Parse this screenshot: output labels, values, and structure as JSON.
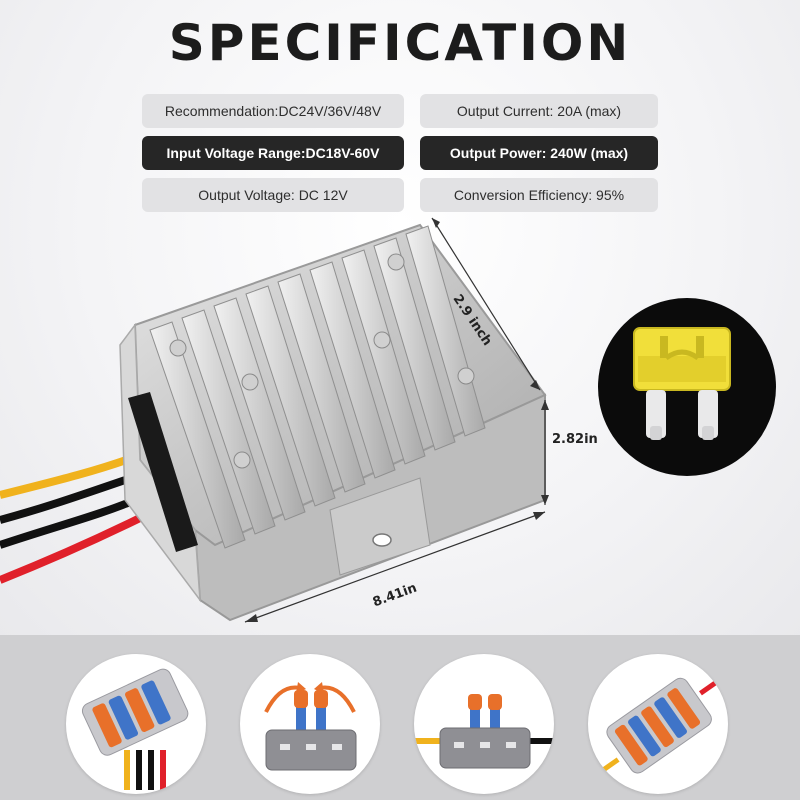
{
  "header": {
    "title": "SPECIFICATION"
  },
  "specs": {
    "recommendation": "Recommendation:DC24V/36V/48V",
    "output_current": "Output Current: 20A (max)",
    "input_voltage_range": "Input Voltage Range:DC18V-60V",
    "output_power": "Output Power: 240W (max)",
    "output_voltage": "Output Voltage: DC 12V",
    "conversion_efficiency": "Conversion Efficiency: 95%"
  },
  "dimensions": {
    "depth": "2.9 inch",
    "height": "2.82in",
    "width": "8.41in"
  },
  "colors": {
    "dark_pill": "#262626",
    "light_pill": "#e2e2e4",
    "fuse_yellow": "#f1df3a",
    "lever_orange": "#e8702a",
    "lever_blue": "#3f74c8",
    "wire_yellow": "#f0b21d",
    "wire_red": "#e0202a",
    "wire_black": "#111111"
  },
  "icons": [
    "aluminum-converter-icon",
    "mini-blade-fuse-icon",
    "lever-wire-connector-icon"
  ]
}
